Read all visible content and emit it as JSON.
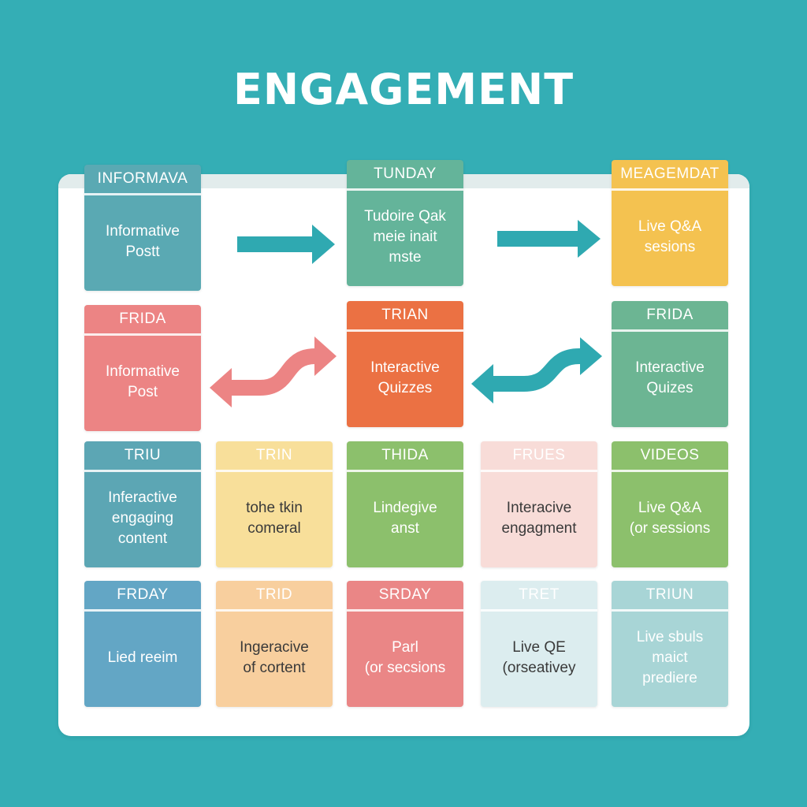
{
  "title": "ENGAGEMENT",
  "cards": [
    {
      "header": "INFORMAVA",
      "body": "Informative\nPostt",
      "color": "#5aa9b3"
    },
    {
      "header": "TUNDAY",
      "body": "Tudoire Qak\nmeie inait\nmste",
      "color": "#64b49a"
    },
    {
      "header": "MEAGEMDAT",
      "body": "Live Q&A\nsesions",
      "color": "#f4c250"
    },
    {
      "header": "FRIDA",
      "body": "Informative\nPost",
      "color": "#ec8484"
    },
    {
      "header": "TRIAN",
      "body": "Interactive\nQuizzes",
      "color": "#eb7143"
    },
    {
      "header": "FRIDA",
      "body": "Interactive\nQuizes",
      "color": "#6cb593"
    },
    {
      "header": "TRIU",
      "body": "Inferactive\nengaging\ncontent",
      "color": "#5ca6b4"
    },
    {
      "header": "TRIN",
      "body": "tohe tkin\ncomeral",
      "color": "#f8df9a"
    },
    {
      "header": "THIDA",
      "body": "Lindegive\nanst",
      "color": "#8cc06c"
    },
    {
      "header": "FRUES",
      "body": "Interacive\nengagment",
      "color": "#f8dcd8"
    },
    {
      "header": "VIDEOS",
      "body": "Live Q&A\n(or sessions",
      "color": "#8cc06c"
    },
    {
      "header": "FRDAY",
      "body": "Lied reeim",
      "color": "#63a6c5"
    },
    {
      "header": "TRID",
      "body": "Ingeracive\nof cortent",
      "color": "#f8cf9e"
    },
    {
      "header": "SRDAY",
      "body": "Parl\n(or secsions",
      "color": "#ea8686"
    },
    {
      "header": "TRET",
      "body": "Live QE\n(orseativey",
      "color": "#dcedef"
    },
    {
      "header": "TRIUN",
      "body": "Live sbuls\nmaict\nprediere",
      "color": "#a8d5d6"
    }
  ],
  "text_colors": {
    "dark": "#3a3a3a",
    "light": "#ffffff"
  },
  "arrow_color": "#2fa9b1",
  "arrow_color_coral": "#ec8484"
}
